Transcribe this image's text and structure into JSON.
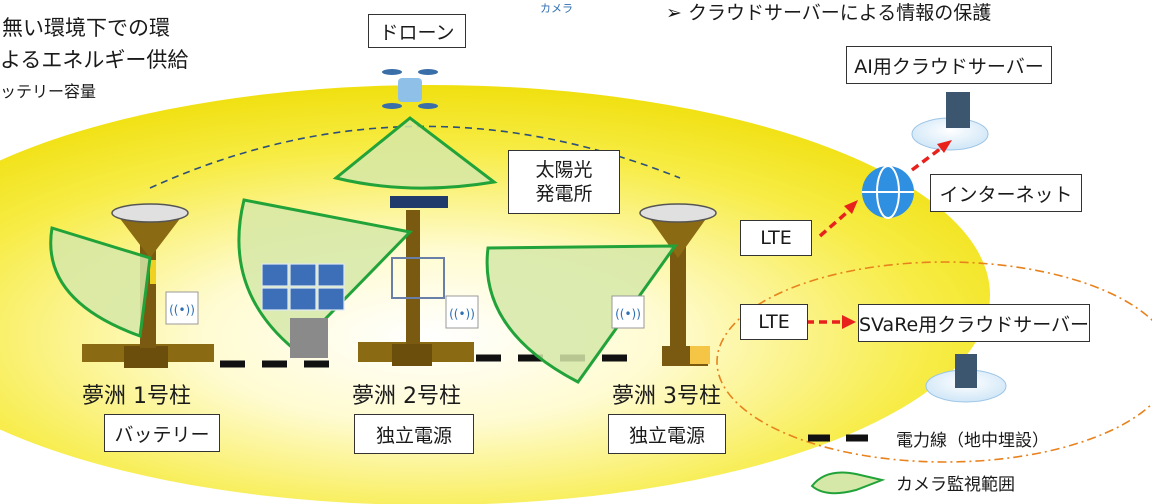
{
  "header": {
    "left_line1": "無い環境下での環",
    "left_line2": "よるエネルギー供給",
    "left_line3": "ッテリー容量",
    "camera_fragment": "カメラ",
    "right_bullet": "クラウドサーバーによる情報の保護"
  },
  "drone_label": "ドローン",
  "solar_plant_label_line1": "太陽光",
  "solar_plant_label_line2": "発電所",
  "poles": [
    {
      "name": "夢洲 1号柱",
      "power": "バッテリー"
    },
    {
      "name": "夢洲 2号柱",
      "power": "独立電源"
    },
    {
      "name": "夢洲 3号柱",
      "power": "独立電源"
    }
  ],
  "network": {
    "ai_server": "AI用クラウドサーバー",
    "internet": "インターネット",
    "lte_top": "LTE",
    "lte_bottom": "LTE",
    "svare_server": "SVaRe用クラウドサーバー"
  },
  "legend": {
    "power_line": "電力線（地中埋設）",
    "camera_range": "カメラ監視範囲"
  },
  "colors": {
    "field_yellow": "#f5ea1c",
    "cone_fill": "#d6e8a8",
    "cone_stroke": "#22a33a",
    "pole_brown": "#7a5a10",
    "arrow_red": "#e8211d",
    "internet_blue": "#2f8fe0"
  }
}
